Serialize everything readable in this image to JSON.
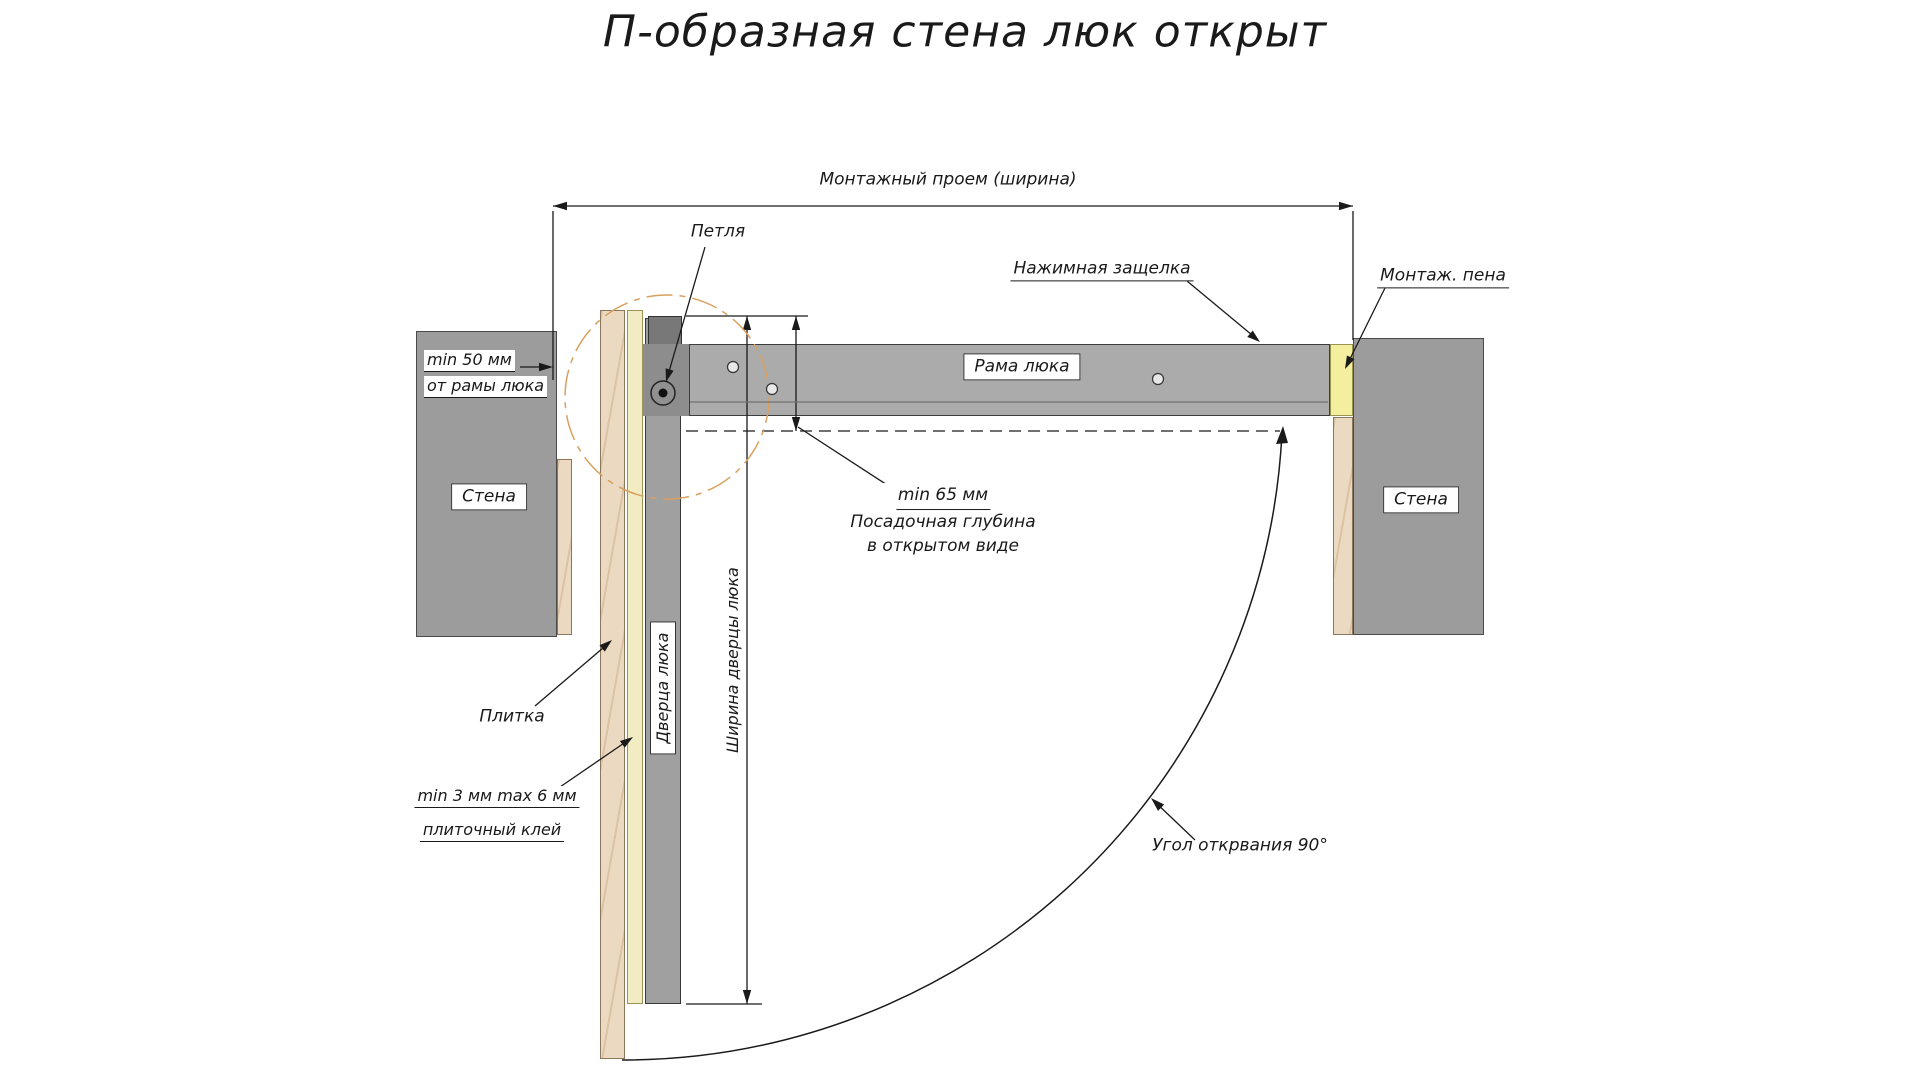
{
  "title": "П-образная стена люк открыт",
  "dimensions": {
    "mounting_opening": "Монтажный проем (ширина)",
    "min_from_frame": [
      "min 50 мм",
      "от рамы люка"
    ],
    "door_width": "Ширина дверцы люка",
    "seating_depth": [
      "min 65 мм",
      "Посадочная глубина",
      "в открытом виде"
    ],
    "adhesive": [
      "min 3 мм max 6 мм",
      "плиточный клей"
    ],
    "opening_angle": "Угол открвания 90°"
  },
  "parts": {
    "hinge": "Петля",
    "push_latch": "Нажимная защелка",
    "mounting_foam": "Монтаж. пена",
    "frame": "Рама люка",
    "wall_left": "Стена",
    "wall_right": "Стена",
    "door": "Дверца люка",
    "tile": "Плитка"
  },
  "colors": {
    "wall": "#9c9c9c",
    "frame": "#ababab",
    "door": "#a0a0a0",
    "tile": "#ecd9c1",
    "adhesive": "#f1ecc2",
    "foam": "#f4ef9f",
    "hinge-circle": "#d9a05e",
    "line": "#1a1a1a"
  }
}
